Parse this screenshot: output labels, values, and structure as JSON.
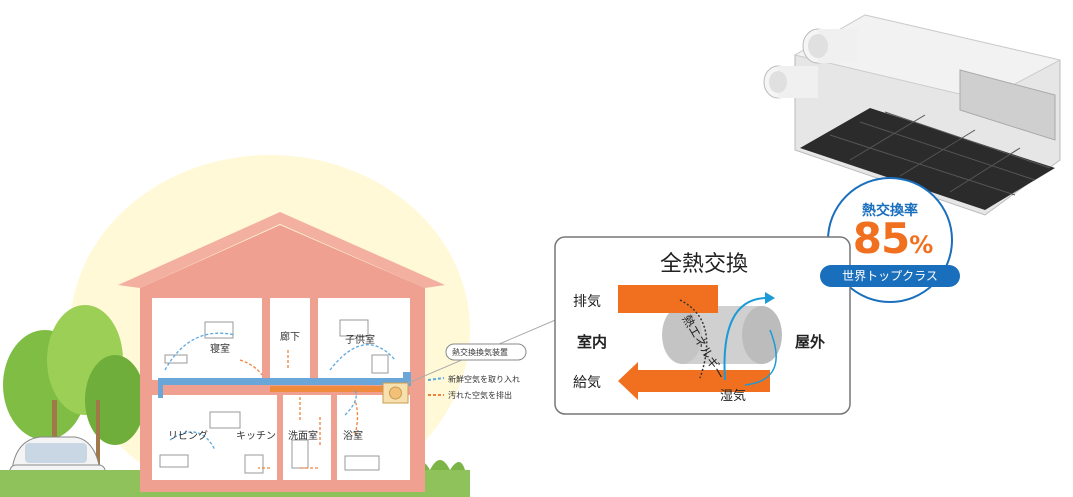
{
  "house": {
    "rooms": {
      "bedroom": "寝室",
      "hallway": "廊下",
      "kids_room": "子供室",
      "living": "リビング",
      "kitchen": "キッチン",
      "washroom": "洗面室",
      "bathroom": "浴室"
    },
    "device_label": "熱交換換気装置",
    "legend": {
      "fresh_air": "新鮮空気を取り入れ",
      "stale_air": "汚れた空気を排出"
    }
  },
  "panel": {
    "title": "全熱交換",
    "exhaust": "排気",
    "supply": "給気",
    "indoor": "室内",
    "outdoor": "屋外",
    "heat_energy": "熱エネルギー",
    "humidity": "湿気"
  },
  "badge": {
    "title": "熱交換率",
    "value": "85",
    "unit": "%",
    "caption": "世界トップクラス"
  },
  "colors": {
    "house_wall": "#f0a090",
    "roof": "#f3b0a0",
    "pipe_blue": "#6aa6d8",
    "pipe_orange": "#f08a3c",
    "accent_orange": "#f07020",
    "accent_blue": "#1a6fbd"
  }
}
